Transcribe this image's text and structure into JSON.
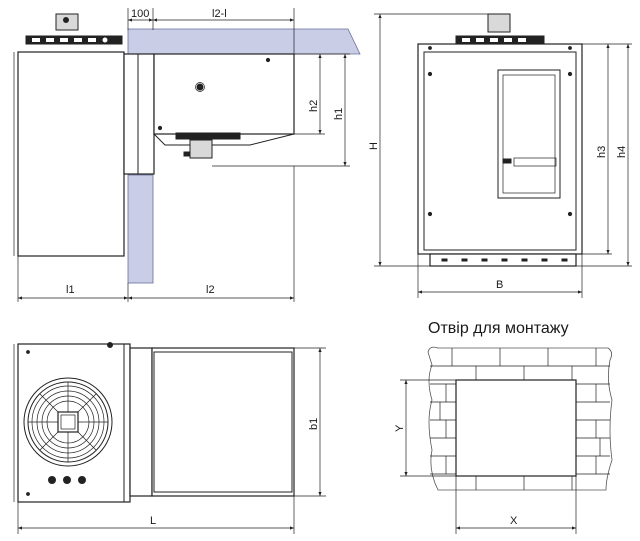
{
  "labels": {
    "offset_100": "100",
    "l2_minus_l": "l2-l",
    "h2": "h2",
    "h1": "h1",
    "H": "H",
    "h3": "h3",
    "h4": "h4",
    "l1": "l1",
    "l2": "l2",
    "B": "B",
    "b1": "b1",
    "L": "L",
    "Y": "Y",
    "X": "X"
  },
  "caption": "Отвір для монтажу",
  "colors": {
    "wall_fill": "#c9cde6",
    "line": "#222222"
  }
}
